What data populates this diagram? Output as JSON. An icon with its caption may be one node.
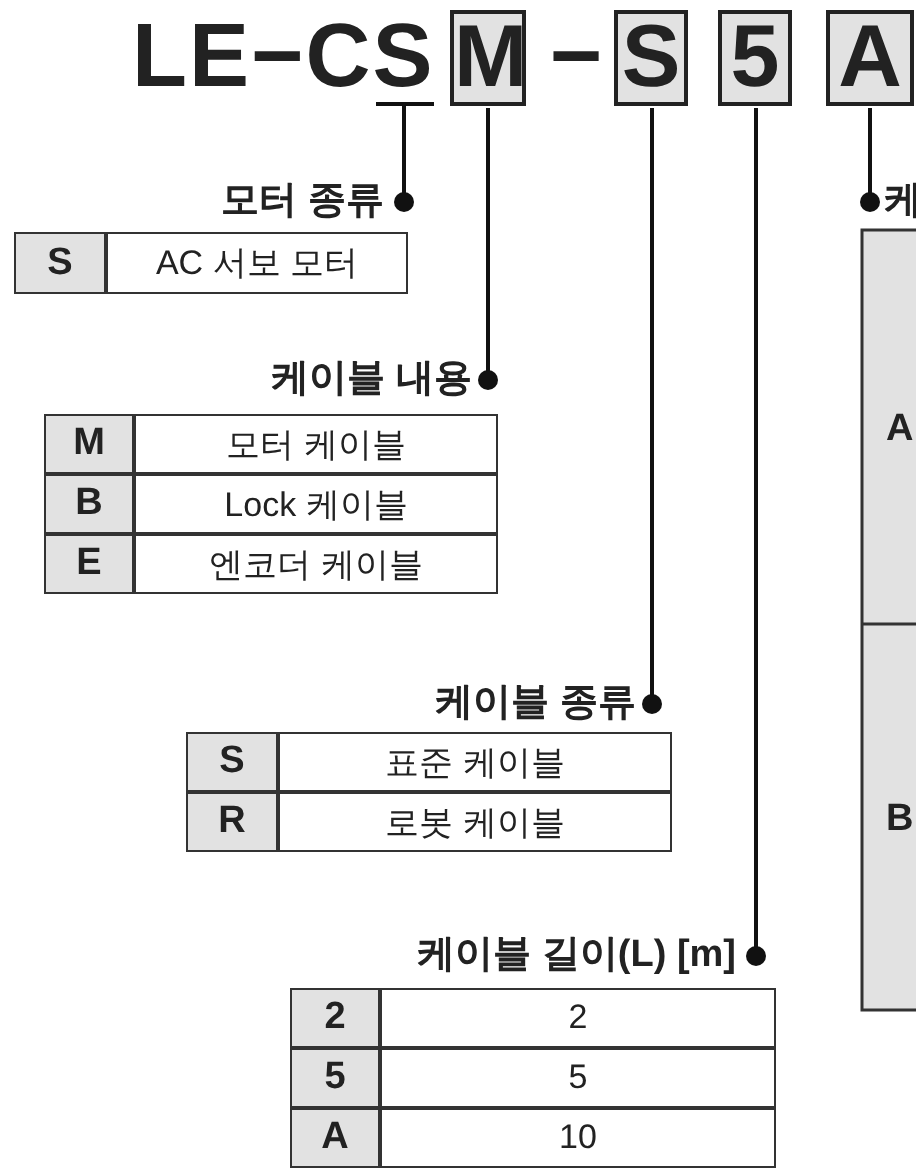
{
  "diagram": {
    "nodes": [
      {
        "text": [
          "LE−CS"
        ]
      },
      {
        "text": [
          "M"
        ]
      },
      {
        "text": [
          "S"
        ]
      },
      {
        "text": [
          "5"
        ]
      },
      {
        "text": [
          "A"
        ]
      },
      {
        "text": [
          "모터 종류"
        ]
      },
      {
        "text": [
          "케이블 내용"
        ]
      },
      {
        "text": [
          "케이블 종류"
        ]
      },
      {
        "text": [
          "케이블 길이(L) [m]"
        ]
      },
      {
        "text": [
          "케"
        ]
      }
    ],
    "edges": [
      {
        "from": 0,
        "to": 5,
        "arrow": "other"
      },
      {
        "from": 1,
        "to": 6,
        "arrow": "other"
      },
      {
        "from": 2,
        "to": 7,
        "arrow": "other"
      },
      {
        "from": 3,
        "to": 8,
        "arrow": "other"
      },
      {
        "from": 4,
        "to": 9,
        "arrow": "other"
      }
    ],
    "labels": [
      "−",
      "S",
      "AC 서보 모터",
      "M",
      "모터 케이블",
      "B",
      "Lock 케이블",
      "E",
      "엔코더 케이블",
      "S",
      "표준 케이블",
      "R",
      "로봇 케이블",
      "2",
      "2",
      "5",
      "5",
      "A",
      "10",
      "A",
      "B"
    ]
  }
}
